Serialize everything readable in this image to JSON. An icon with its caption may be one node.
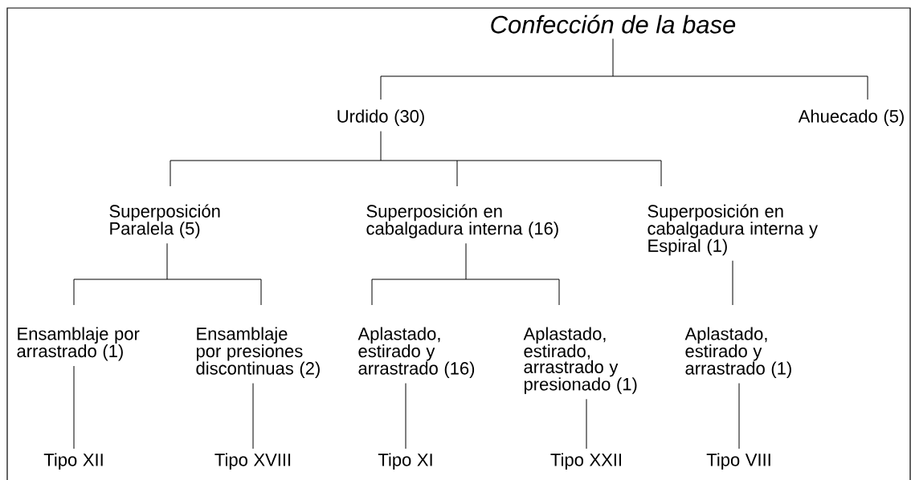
{
  "diagram": {
    "nodes": [
      {
        "text": [
          "Confección de la base"
        ]
      },
      {
        "text": [
          "Urdido (30)"
        ]
      },
      {
        "text": [
          "Ahuecado  (5)"
        ]
      },
      {
        "text": [
          "Superposición Paralela (5)"
        ]
      },
      {
        "text": [
          "Superposición en cabalgadura interna (16)"
        ]
      },
      {
        "text": [
          "Superposición en cabalgadura interna y Espiral (1)"
        ]
      },
      {
        "text": [
          "Ensamblaje por arrastrado (1)"
        ]
      },
      {
        "text": [
          "Ensamblaje por presiones discontinuas (2)"
        ]
      },
      {
        "text": [
          "Aplastado, estirado y arrastrado (16)"
        ]
      },
      {
        "text": [
          "Aplastado, estirado, arrastrado y presionado (1)"
        ]
      },
      {
        "text": [
          "Aplastado, estirado y arrastrado (1)"
        ]
      },
      {
        "text": [
          "Tipo XII"
        ]
      },
      {
        "text": [
          "Tipo XVIII"
        ]
      },
      {
        "text": [
          "Tipo XI"
        ]
      },
      {
        "text": [
          "Tipo XXII"
        ]
      },
      {
        "text": [
          "Tipo VIII"
        ]
      }
    ],
    "edges": [
      {
        "from": 0,
        "to": 1,
        "arrow": "none"
      },
      {
        "from": 0,
        "to": 2,
        "arrow": "none"
      },
      {
        "from": 1,
        "to": 3,
        "arrow": "none"
      },
      {
        "from": 1,
        "to": 4,
        "arrow": "none"
      },
      {
        "from": 1,
        "to": 5,
        "arrow": "none"
      },
      {
        "from": 3,
        "to": 6,
        "arrow": "none"
      },
      {
        "from": 3,
        "to": 7,
        "arrow": "none"
      },
      {
        "from": 4,
        "to": 8,
        "arrow": "none"
      },
      {
        "from": 4,
        "to": 9,
        "arrow": "none"
      },
      {
        "from": 5,
        "to": 10,
        "arrow": "none"
      },
      {
        "from": 6,
        "to": 11,
        "arrow": "none"
      },
      {
        "from": 7,
        "to": 12,
        "arrow": "none"
      },
      {
        "from": 8,
        "to": 13,
        "arrow": "none"
      },
      {
        "from": 9,
        "to": 14,
        "arrow": "none"
      },
      {
        "from": 10,
        "to": 15,
        "arrow": "none"
      }
    ]
  }
}
